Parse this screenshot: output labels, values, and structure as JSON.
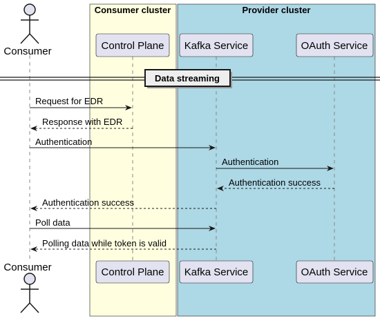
{
  "groups": [
    {
      "key": "consumer",
      "label": "Consumer cluster",
      "color": "#FFFFE0"
    },
    {
      "key": "provider",
      "label": "Provider cluster",
      "color": "#ADD8E6"
    }
  ],
  "participants": [
    {
      "key": "consumer",
      "label": "Consumer",
      "kind": "actor"
    },
    {
      "key": "control_plane",
      "label": "Control Plane",
      "kind": "box"
    },
    {
      "key": "kafka",
      "label": "Kafka Service",
      "kind": "box"
    },
    {
      "key": "oauth",
      "label": "OAuth Service",
      "kind": "box"
    }
  ],
  "divider": {
    "label": "Data streaming"
  },
  "messages": [
    {
      "from": "consumer",
      "to": "control_plane",
      "label": "Request for EDR",
      "style": "solid"
    },
    {
      "from": "control_plane",
      "to": "consumer",
      "label": "Response with EDR",
      "style": "dashed"
    },
    {
      "from": "consumer",
      "to": "kafka",
      "label": "Authentication",
      "style": "solid"
    },
    {
      "from": "kafka",
      "to": "oauth",
      "label": "Authentication",
      "style": "solid"
    },
    {
      "from": "oauth",
      "to": "kafka",
      "label": "Authentication success",
      "style": "dashed"
    },
    {
      "from": "kafka",
      "to": "consumer",
      "label": "Authentication success",
      "style": "dashed"
    },
    {
      "from": "consumer",
      "to": "kafka",
      "label": "Poll data",
      "style": "solid"
    },
    {
      "from": "kafka",
      "to": "consumer",
      "label": "Polling data while token is valid",
      "style": "dashed"
    }
  ],
  "colors": {
    "participant_fill": "#E2E2F0",
    "line": "#181818",
    "lifeline": "#888888"
  },
  "icons": {
    "actor": "stick-figure-actor-icon"
  }
}
